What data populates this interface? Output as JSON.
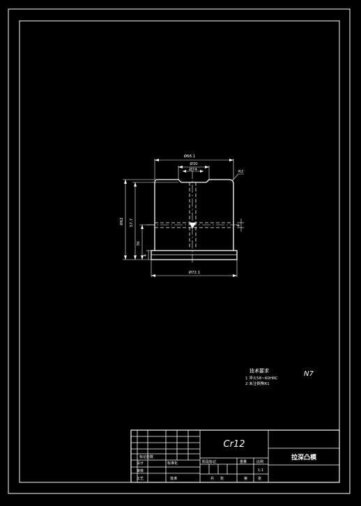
{
  "drawing": {
    "dimensions": {
      "top_outer": "Ø68.1",
      "top_mid": "Ø30",
      "top_inner": "Ø74",
      "bottom_width": "Ø72.1",
      "left_overall": "Ø62",
      "left_mid": "57.7",
      "left_lower": "36",
      "left_small": "4",
      "right_small": "4",
      "chamfer": "R2"
    },
    "tech_requirements": {
      "title": "技术要求",
      "items": [
        "1 淬火58~60HRC",
        "2 未注倒角R1"
      ]
    },
    "roughness_mark": "N7"
  },
  "title_block": {
    "material": "Cr12",
    "part_name": "拉深凸模",
    "labels": {
      "mark_count": "标记处数",
      "designer": "设计",
      "audit": "审核",
      "process": "工艺",
      "standardization": "标准化",
      "approve": "批准",
      "stage_mark": "阶段标记",
      "weight": "重量",
      "scale": "比例",
      "sheet_total": "共",
      "sheet_no": "第",
      "sheets": "张",
      "scale_value": "1:1"
    }
  },
  "colors": {
    "background": "#000000",
    "line": "#ffffff"
  }
}
